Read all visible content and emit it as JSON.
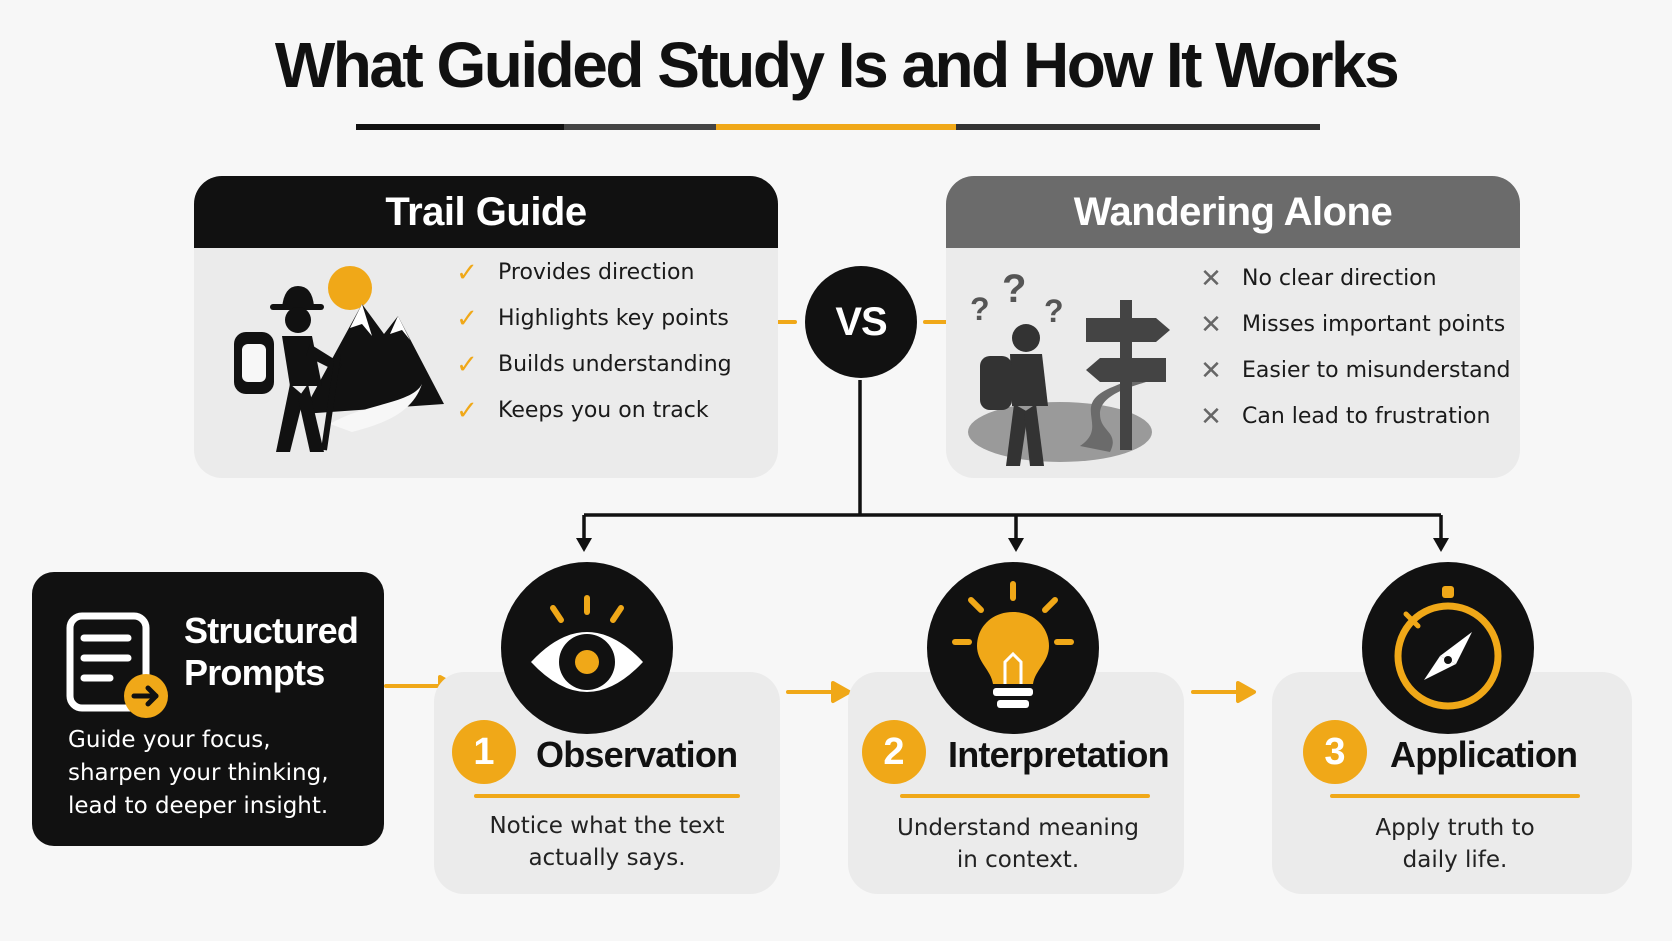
{
  "title": "What  Guided Study Is and How It Works",
  "colors": {
    "accent": "#f0a818",
    "dark": "#111111",
    "gray_header": "#6b6b6b",
    "card": "#ebebeb"
  },
  "comparison": {
    "left": {
      "heading": "Trail Guide",
      "icon": "hiker-mountain-icon",
      "items": [
        "Provides direction",
        "Highlights key points",
        "Builds understanding",
        "Keeps you on track"
      ]
    },
    "vs_label": "VS",
    "right": {
      "heading": "Wandering Alone",
      "icon": "lost-hiker-signpost-icon",
      "items": [
        "No clear direction",
        "Misses important points",
        "Easier to misunderstand",
        "Can lead to frustration"
      ]
    }
  },
  "prompts": {
    "icon": "document-arrow-icon",
    "title_line1": "Structured",
    "title_line2": "Prompts",
    "desc_line1": "Guide your focus,",
    "desc_line2": "sharpen your thinking,",
    "desc_line3": "lead to deeper insight."
  },
  "steps": [
    {
      "number": "1",
      "title": "Observation",
      "icon": "eye-icon",
      "desc_line1": "Notice what the text",
      "desc_line2": "actually says."
    },
    {
      "number": "2",
      "title": "Interpretation",
      "icon": "lightbulb-icon",
      "desc_line1": "Understand meaning",
      "desc_line2": "in context."
    },
    {
      "number": "3",
      "title": "Application",
      "icon": "compass-icon",
      "desc_line1": "Apply truth to",
      "desc_line2": "daily life."
    }
  ]
}
